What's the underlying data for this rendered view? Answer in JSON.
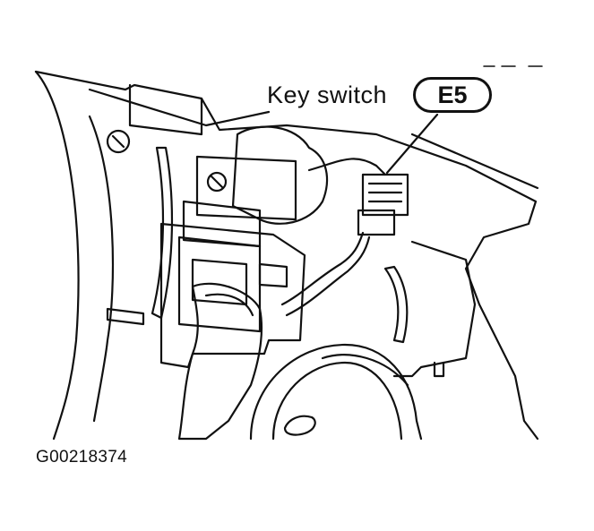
{
  "callout": {
    "label": "Key switch",
    "connector": "E5"
  },
  "figure_id": "G00218374",
  "line_color": "#111111",
  "background_color": "#ffffff"
}
